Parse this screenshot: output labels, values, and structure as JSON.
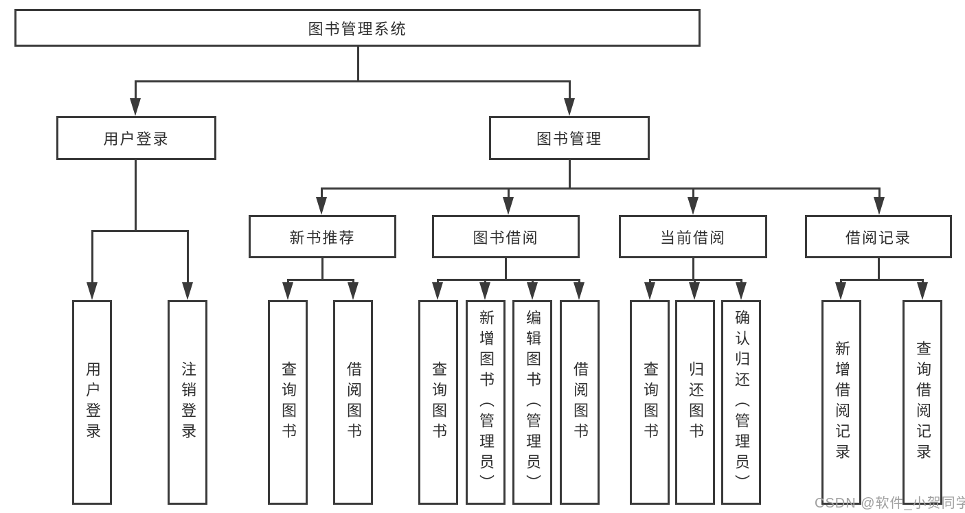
{
  "nodes": {
    "root": "图书管理系统",
    "level2": [
      {
        "label": "用户登录"
      },
      {
        "label": "图书管理"
      }
    ],
    "level3": [
      {
        "label": "新书推荐"
      },
      {
        "label": "图书借阅"
      },
      {
        "label": "当前借阅"
      },
      {
        "label": "借阅记录"
      }
    ],
    "leaf_groups": [
      {
        "parent": "用户登录",
        "leaves": [
          "用户登录",
          "注销登录"
        ]
      },
      {
        "parent": "新书推荐",
        "leaves": [
          "查询图书",
          "借阅图书"
        ]
      },
      {
        "parent": "图书借阅",
        "leaves": [
          "查询图书",
          "新增图书（管理员）",
          "编辑图书（管理员）",
          "借阅图书"
        ]
      },
      {
        "parent": "当前借阅",
        "leaves": [
          "查询图书",
          "归还图书",
          "确认归还（管理员）"
        ]
      },
      {
        "parent": "借阅记录",
        "leaves": [
          "新增借阅记录",
          "查询借阅记录"
        ]
      }
    ]
  },
  "watermark": "CSDN @软件_小贺同学",
  "colors": {
    "line": "#3a3a3a",
    "text": "#2f2f2f",
    "watermark": "#a0a0a0",
    "bg": "#ffffff"
  }
}
